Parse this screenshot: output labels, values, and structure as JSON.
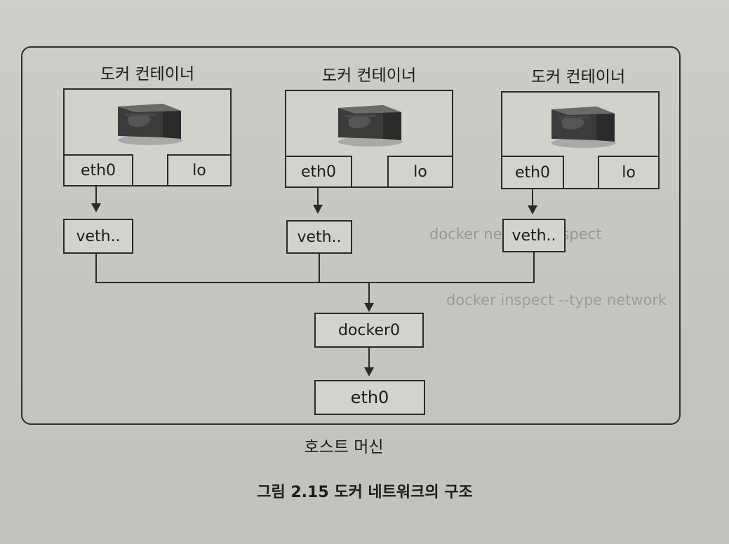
{
  "containers": [
    {
      "title": "도커 컨테이너",
      "eth_label": "eth0",
      "lo_label": "lo",
      "veth_label": "veth.."
    },
    {
      "title": "도커 컨테이너",
      "eth_label": "eth0",
      "lo_label": "lo",
      "veth_label": "veth.."
    },
    {
      "title": "도커 컨테이너",
      "eth_label": "eth0",
      "lo_label": "lo",
      "veth_label": "veth.."
    }
  ],
  "bridge_label": "docker0",
  "host_eth_label": "eth0",
  "host_label": "호스트 머신",
  "caption": "그림 2.15 도커 네트워크의 구조",
  "bleed_through": {
    "line1": "docker network inspect",
    "line2": "docker inspect --type network"
  },
  "colors": {
    "paper": "#c9c8c3",
    "ink": "#1c1c1c",
    "container_icon_dark": "#3a3a3a"
  },
  "icons": {
    "container": "docker-container-icon"
  }
}
